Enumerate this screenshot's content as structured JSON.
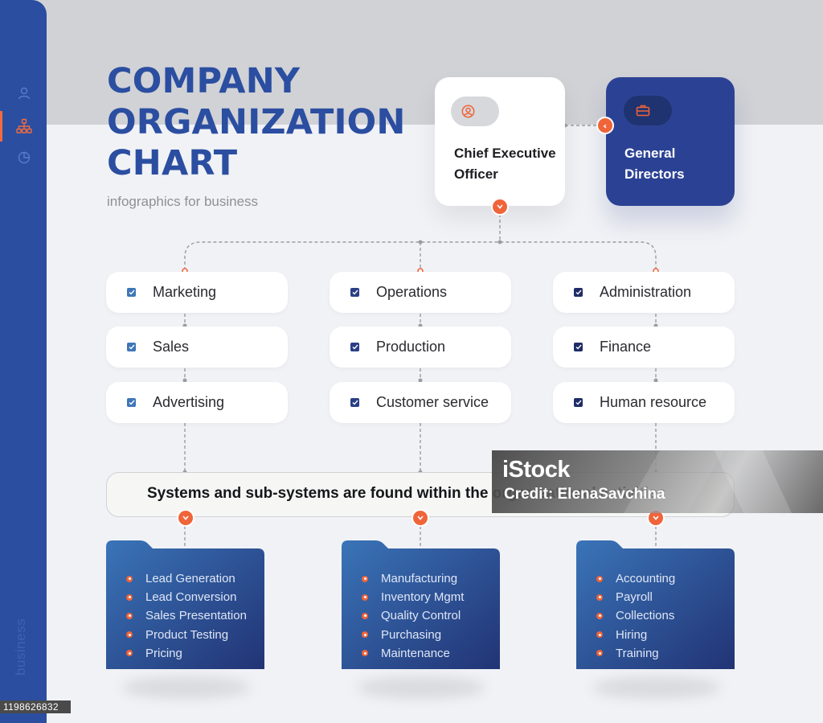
{
  "header": {
    "title_lines": [
      "COMPANY",
      "ORGANIZATION",
      "CHART"
    ],
    "subtitle": "infographics for business"
  },
  "sidebar": {
    "icons": [
      "user-icon",
      "hierarchy-icon",
      "pie-chart-icon"
    ],
    "vertical_label": "business"
  },
  "ceo": {
    "title": "Chief Executive Officer",
    "icon": "user-circle-icon"
  },
  "general_directors": {
    "title": "General Directors",
    "icon": "briefcase-icon"
  },
  "departments": [
    [
      "Marketing",
      "Sales",
      "Advertising"
    ],
    [
      "Operations",
      "Production",
      "Customer service"
    ],
    [
      "Administration",
      "Finance",
      "Human resource"
    ]
  ],
  "systems_bar": {
    "text": "Systems and sub-systems are found within the organizational activities"
  },
  "subsystems": [
    [
      "Lead Generation",
      "Lead Conversion",
      "Sales Presentation",
      "Product Testing",
      "Pricing"
    ],
    [
      "Manufacturing",
      "Inventory Mgmt",
      "Quality Control",
      "Purchasing",
      "Maintenance"
    ],
    [
      "Accounting",
      "Payroll",
      "Collections",
      "Hiring",
      "Training"
    ]
  ],
  "watermark": {
    "logo": "iStock",
    "credit": "Credit: ElenaSavchina"
  },
  "stock_id": "1198626832",
  "colors": {
    "primary_blue": "#2b4ea1",
    "dark_blue": "#2b4294",
    "accent_orange": "#f0643a",
    "light_bg": "#f1f2f6",
    "top_band": "#d1d2d6"
  }
}
